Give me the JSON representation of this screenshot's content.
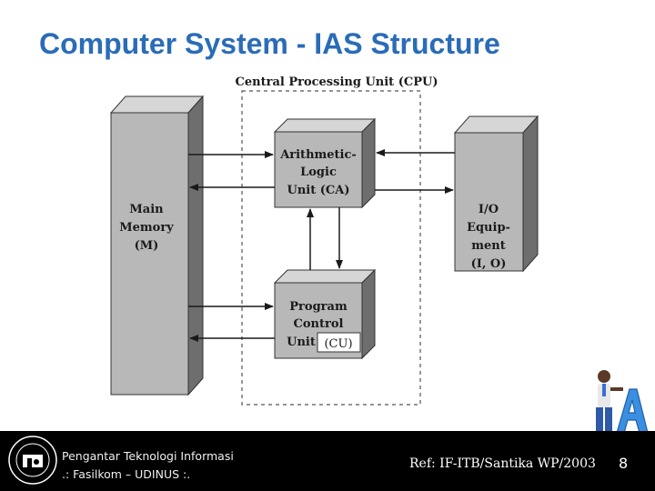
{
  "title": "Computer System - IAS Structure",
  "diagram": {
    "cpu_label": "Central Processing Unit (CPU)",
    "main_memory": [
      "Main",
      "Memory",
      "(M)"
    ],
    "alu": [
      "Arithmetic-",
      "Logic",
      "Unit (CA)"
    ],
    "pcu": [
      "Program",
      "Control",
      "Unit"
    ],
    "cu_tag": "(CU)",
    "io": [
      "I/O",
      "Equip-",
      "ment",
      "(I, O)"
    ]
  },
  "footer": {
    "line1": "Pengantar Teknologi Informasi",
    "line2": ".: Fasilkom – UDINUS :.",
    "ref": "Ref: IF-ITB/Santika WP/2003",
    "page": "8"
  },
  "colors": {
    "title": "#2a6cb8",
    "box_front": "#b8b8b8",
    "box_top": "#d6d6d6",
    "box_side": "#6e6e6e",
    "footer_bg": "#000000"
  },
  "icons": [
    "university-seal-logo",
    "mascot-letter-a-figure"
  ]
}
